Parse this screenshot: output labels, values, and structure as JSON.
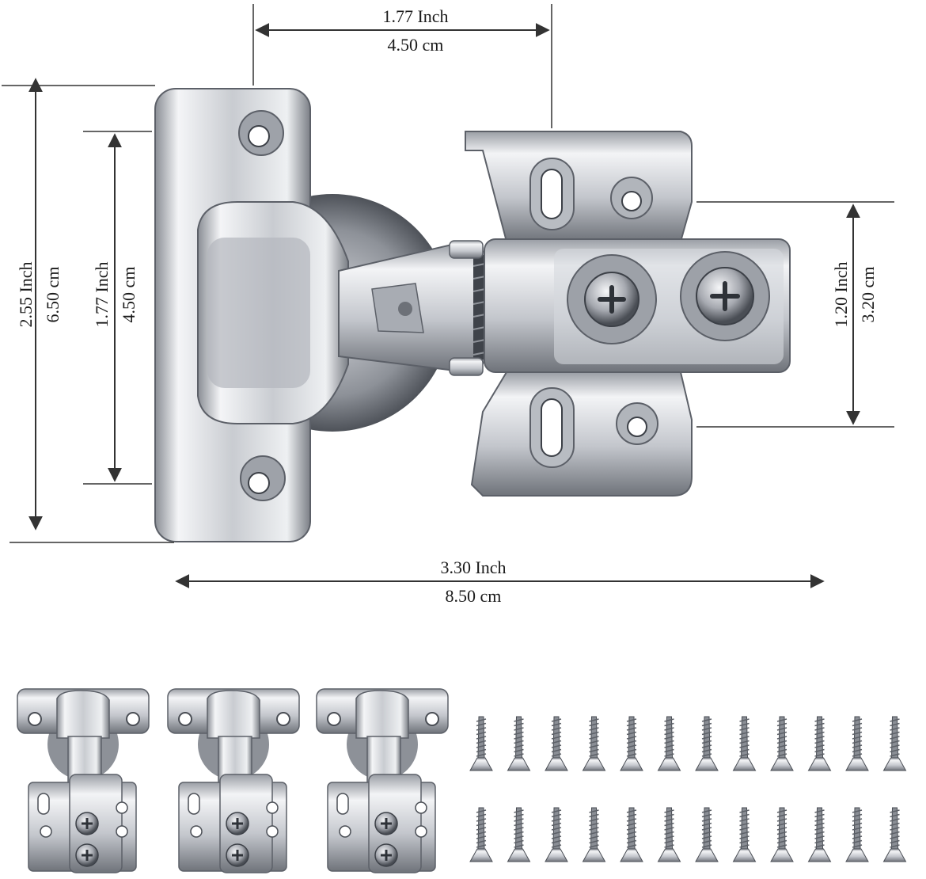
{
  "dimensions": {
    "top_width": {
      "inch": "1.77 Inch",
      "cm": "4.50 cm"
    },
    "total_height": {
      "inch": "2.55 Inch",
      "cm": "6.50 cm"
    },
    "hole_spacing": {
      "inch": "1.77 Inch",
      "cm": "4.50 cm"
    },
    "plate_spacing": {
      "inch": "1.20 Inch",
      "cm": "3.20 cm"
    },
    "total_length": {
      "inch": "3.30 Inch",
      "cm": "8.50 cm"
    }
  },
  "package": {
    "hinge_count": 3,
    "screw_count": 24
  },
  "colors": {
    "metal_light": "#f2f3f5",
    "metal_mid": "#b9bcc2",
    "metal_dark": "#5c6068",
    "line": "#333333"
  }
}
